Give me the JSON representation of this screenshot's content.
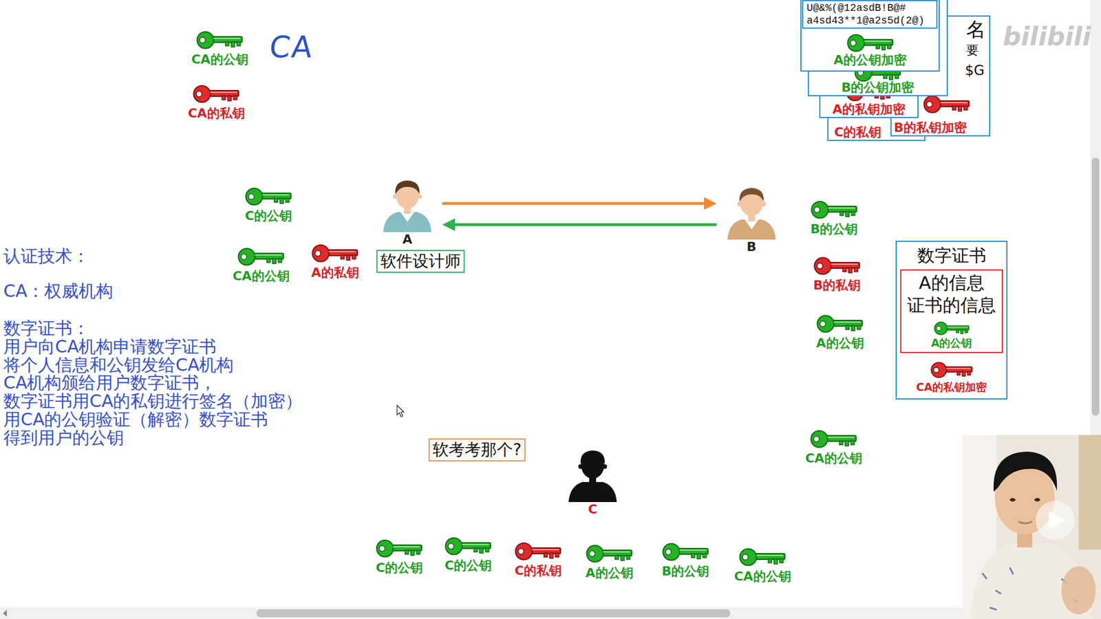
{
  "diagram": {
    "nodes": [
      {
        "text": [
          "A的公钥加密"
        ]
      },
      {
        "text": [
          "U@&%(@12asdB!B@# a4sd43**1@a2s5d(2@)"
        ],
        "in": 0
      },
      {
        "text": [
          "名",
          "要",
          "$G",
          "B的私钥加密"
        ]
      },
      {
        "text": [
          "B的公钥加密"
        ]
      },
      {
        "text": [
          "A的私钥加密"
        ]
      },
      {
        "text": [
          "C的私钥"
        ]
      },
      {
        "text": [
          "A"
        ]
      },
      {
        "text": [
          "B"
        ]
      },
      {
        "text": [
          "软件设计师"
        ]
      },
      {
        "text": [
          "数字证书",
          "CA的私钥加密"
        ]
      },
      {
        "text": [
          "A的信息",
          "证书的信息",
          "A的公钥"
        ],
        "in": 9
      },
      {
        "text": [
          "软考考那个?"
        ]
      },
      {
        "text": [
          "C"
        ]
      }
    ],
    "edges": [
      {
        "from": 6,
        "to": 7,
        "arrow": "to"
      },
      {
        "from": 7,
        "to": 6,
        "arrow": "to"
      }
    ],
    "labels": [
      "CA的公钥",
      "CA的私钥",
      "CA",
      "C的公钥",
      "CA的公钥",
      "A的私钥",
      "认证技术：",
      "CA：权威机构",
      "数字证书：",
      "用户向CA机构申请数字证书",
      "将个人信息和公钥发给CA机构",
      "CA机构颁给用户数字证书，",
      "数字证书用CA的私钥进行签名（加密）",
      "用CA的公钥验证（解密）数字证书",
      "得到用户的公钥",
      "B的公钥",
      "B的私钥",
      "A的公钥",
      "CA的公钥",
      "C的公钥",
      "C的公钥",
      "C的私钥",
      "A的公钥",
      "B的公钥",
      "CA的公钥",
      "bilibili"
    ]
  }
}
